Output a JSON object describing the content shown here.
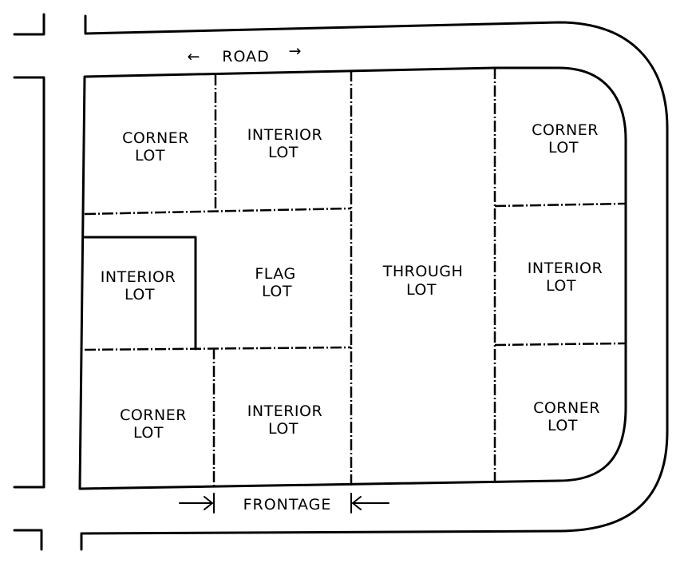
{
  "road": {
    "label": "ROAD",
    "left_arrow": "←",
    "right_arrow": "→"
  },
  "frontage": {
    "label": "FRONTAGE"
  },
  "lots": {
    "corner_top_left": [
      "CORNER",
      "LOT"
    ],
    "interior_top": [
      "INTERIOR",
      "LOT"
    ],
    "interior_left": [
      "INTERIOR",
      "LOT"
    ],
    "flag": [
      "FLAG",
      "LOT"
    ],
    "through": [
      "THROUGH",
      "LOT"
    ],
    "corner_top_right": [
      "CORNER",
      "LOT"
    ],
    "interior_right": [
      "INTERIOR",
      "LOT"
    ],
    "corner_bottom_left": [
      "CORNER",
      "LOT"
    ],
    "interior_bottom": [
      "INTERIOR",
      "LOT"
    ],
    "corner_bottom_right": [
      "CORNER",
      "LOT"
    ]
  }
}
